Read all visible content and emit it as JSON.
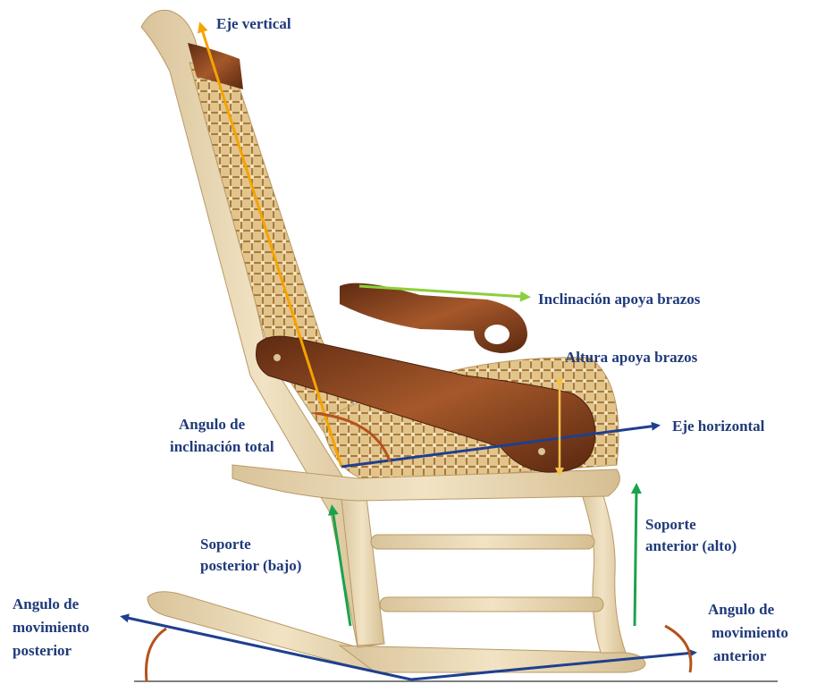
{
  "labels": {
    "eje_vertical": "Eje vertical",
    "inclinacion_apoya_brazos": "Inclinación  apoya brazos",
    "altura_apoya_brazos": "Altura apoya brazos",
    "angulo_inclinacion_line1": "Angulo de",
    "angulo_inclinacion_line2": "inclinación total",
    "eje_horizontal": "Eje horizontal",
    "soporte_posterior_line1": "Soporte",
    "soporte_posterior_line2": "posterior (bajo)",
    "soporte_anterior_line1": "Soporte",
    "soporte_anterior_line2": "anterior (alto)",
    "mov_posterior_line1": "Angulo  de",
    "mov_posterior_line2": "movimiento",
    "mov_posterior_line3": "posterior",
    "mov_anterior_line1": "Angulo  de",
    "mov_anterior_line2": "movimiento",
    "mov_anterior_line3": "anterior"
  },
  "colors": {
    "label_text": "#1f3a7a",
    "axis_blue": "#1f3f8f",
    "vertical_axis": "#f5a300",
    "green_arrow": "#1aa34a",
    "armrest_arrow": "#8ccf3a",
    "height_arrow": "#f5c04a",
    "angle_arc": "#b5531b",
    "wood_light": "#e9d9b5",
    "wood_dark": "#7a3d1c",
    "cane": "#c9a66b"
  }
}
